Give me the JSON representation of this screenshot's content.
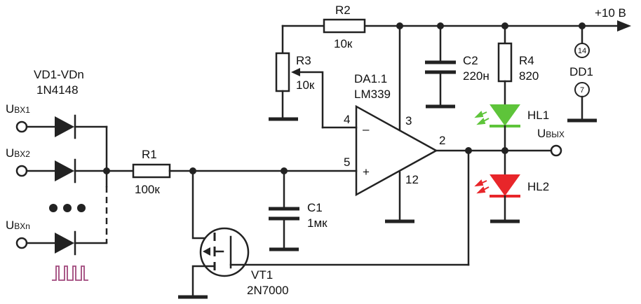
{
  "supply": {
    "label": "+10 В"
  },
  "inputs": [
    {
      "main": "U",
      "sub": "BX1"
    },
    {
      "main": "U",
      "sub": "BX2"
    },
    {
      "main": "U",
      "sub": "BXn"
    }
  ],
  "diodes": {
    "ref": "VD1-VDn",
    "part": "1N4148"
  },
  "r1": {
    "ref": "R1",
    "value": "100к"
  },
  "r2": {
    "ref": "R2",
    "value": "10к"
  },
  "r3": {
    "ref": "R3",
    "value": "10к"
  },
  "r4": {
    "ref": "R4",
    "value": "820"
  },
  "c1": {
    "ref": "C1",
    "value": "1мк"
  },
  "c2": {
    "ref": "C2",
    "value": "220н"
  },
  "opamp": {
    "ref": "DA1.1",
    "part": "LM339",
    "pins": {
      "inv": "4",
      "noninv": "5",
      "vcc": "3",
      "gnd": "12",
      "out": "2"
    },
    "inv_sign": "–",
    "noninv_sign": "+"
  },
  "dd1": {
    "ref": "DD1",
    "pin_top": "14",
    "pin_bottom": "7"
  },
  "hl1": {
    "ref": "HL1",
    "color": "#5ec43a"
  },
  "hl2": {
    "ref": "HL2",
    "color": "#e8262a"
  },
  "output": {
    "main": "U",
    "sub": "ВЫХ"
  },
  "vt1": {
    "ref": "VT1",
    "part": "2N7000"
  },
  "pulse_color": "#a0487c"
}
